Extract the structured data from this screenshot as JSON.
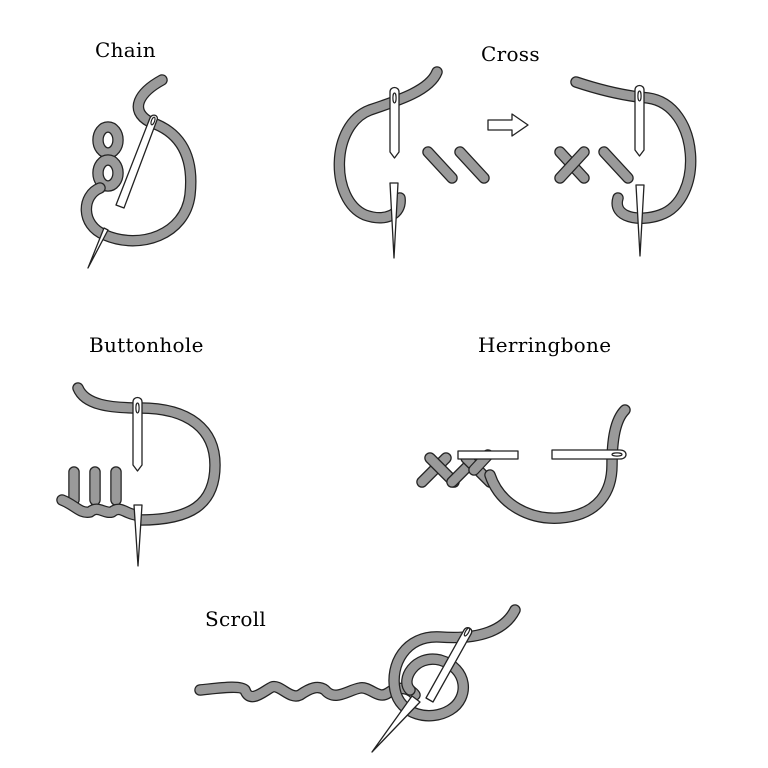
{
  "diagram": {
    "labels": {
      "chain": "Chain",
      "cross": "Cross",
      "buttonhole": "Buttonhole",
      "herringbone": "Herringbone",
      "scroll": "Scroll"
    }
  }
}
